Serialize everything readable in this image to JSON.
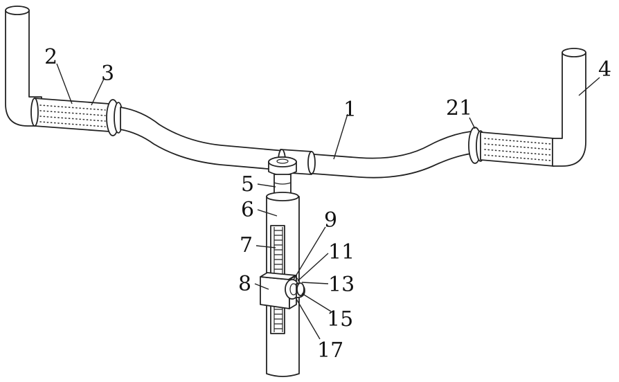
{
  "figure": {
    "labels": [
      {
        "id": "1",
        "text": "1"
      },
      {
        "id": "2",
        "text": "2"
      },
      {
        "id": "3",
        "text": "3"
      },
      {
        "id": "4",
        "text": "4"
      },
      {
        "id": "5",
        "text": "5"
      },
      {
        "id": "6",
        "text": "6"
      },
      {
        "id": "7",
        "text": "7"
      },
      {
        "id": "8",
        "text": "8"
      },
      {
        "id": "9",
        "text": "9"
      },
      {
        "id": "11",
        "text": "11"
      },
      {
        "id": "13",
        "text": "13"
      },
      {
        "id": "15",
        "text": "15"
      },
      {
        "id": "17",
        "text": "17"
      },
      {
        "id": "21",
        "text": "21"
      }
    ]
  }
}
